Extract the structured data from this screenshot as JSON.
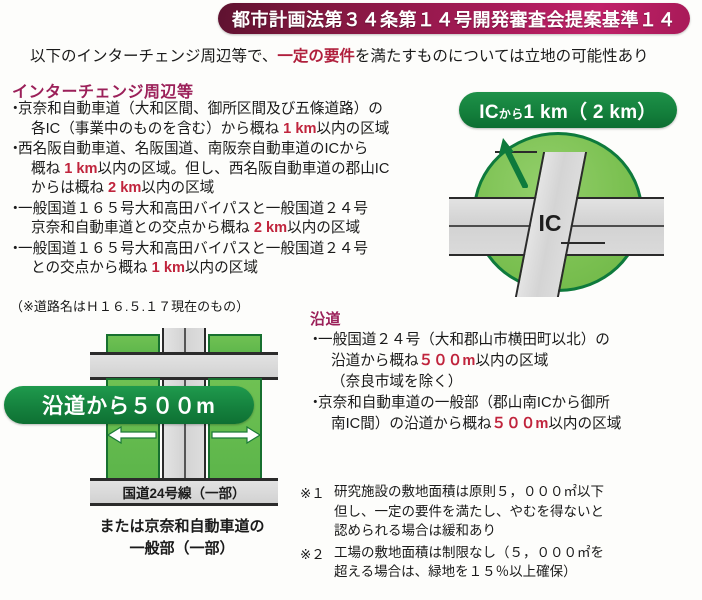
{
  "title": {
    "banner_text": "都市計画法第３４条第１４号開発審査会提案基準１４",
    "color": "#a31a55"
  },
  "lead": {
    "before": "以下のインターチェンジ周辺等で、",
    "highlight": "一定の要件",
    "after": "を満たすものについては立地の可能性あり",
    "highlight_color": "#b01f3c"
  },
  "sections": {
    "interchange_heading": "インターチェンジ周辺等",
    "roadside_heading": "沿道",
    "heading_color": "#9b2059"
  },
  "interchange_bullets": [
    {
      "lines": [
        {
          "bullet": "・",
          "parts": [
            {
              "t": "京奈和自動車道（大和区間、御所区間及び五條道路）の",
              "hl": false
            }
          ]
        },
        {
          "bullet": "",
          "parts": [
            {
              "t": "各IC（事業中のものを含む）から概ね ",
              "hl": false
            },
            {
              "t": "1 km",
              "hl": true
            },
            {
              "t": "以内の区域",
              "hl": false
            }
          ]
        }
      ]
    },
    {
      "lines": [
        {
          "bullet": "・",
          "parts": [
            {
              "t": "西名阪自動車道、名阪国道、南阪奈自動車道のICから",
              "hl": false
            }
          ]
        },
        {
          "bullet": "",
          "parts": [
            {
              "t": "概ね ",
              "hl": false
            },
            {
              "t": "1 km",
              "hl": true
            },
            {
              "t": "以内の区域。但し、西名阪自動車道の郡山IC",
              "hl": false
            }
          ]
        },
        {
          "bullet": "",
          "parts": [
            {
              "t": "からは概ね ",
              "hl": false
            },
            {
              "t": "2 km",
              "hl": true
            },
            {
              "t": "以内の区域",
              "hl": false
            }
          ]
        }
      ]
    },
    {
      "lines": [
        {
          "bullet": "・",
          "parts": [
            {
              "t": "一般国道１６５号大和高田バイパスと一般国道２４号",
              "hl": false
            }
          ]
        },
        {
          "bullet": "",
          "parts": [
            {
              "t": "京奈和自動車道との交点から概ね ",
              "hl": false
            },
            {
              "t": "2 km",
              "hl": true
            },
            {
              "t": "以内の区域",
              "hl": false
            }
          ]
        }
      ]
    },
    {
      "lines": [
        {
          "bullet": "・",
          "parts": [
            {
              "t": "一般国道１６５号大和高田バイパスと一般国道２４号",
              "hl": false
            }
          ]
        },
        {
          "bullet": "",
          "parts": [
            {
              "t": "との交点から概ね ",
              "hl": false
            },
            {
              "t": "1 km",
              "hl": true
            },
            {
              "t": "以内の区域",
              "hl": false
            }
          ]
        }
      ]
    }
  ],
  "road_name_note": "（※道路名はＨ１６.５.１７現在のもの）",
  "roadside_bullets": [
    {
      "lines": [
        {
          "bullet": "・",
          "parts": [
            {
              "t": "一般国道２４号（大和郡山市横田町以北）の",
              "hl": false
            }
          ]
        },
        {
          "bullet": "",
          "parts": [
            {
              "t": "沿道から概ね",
              "hl": false
            },
            {
              "t": "５００m",
              "hl": true
            },
            {
              "t": "以内の区域",
              "hl": false
            }
          ]
        },
        {
          "bullet": "",
          "parts": [
            {
              "t": "（奈良市域を除く）",
              "hl": false
            }
          ]
        }
      ]
    },
    {
      "lines": [
        {
          "bullet": "・",
          "parts": [
            {
              "t": "京奈和自動車道の一般部（郡山南ICから御所",
              "hl": false
            }
          ]
        },
        {
          "bullet": "",
          "parts": [
            {
              "t": "南IC間）の沿道から概ね",
              "hl": false
            },
            {
              "t": "５００m",
              "hl": true
            },
            {
              "t": "以内の区域",
              "hl": false
            }
          ]
        }
      ]
    }
  ],
  "ic_diagram": {
    "pill_main": "IC",
    "pill_small": "から",
    "pill_dist": "1 km",
    "pill_paren": "（ 2 km）",
    "center_label": "IC",
    "pill_color": "#14803c",
    "circle_color": "#7cc152",
    "ring_color": "#0e7a3c",
    "road_color": "#d5d5d5"
  },
  "road_diagram": {
    "pill_text": "沿道から５００m",
    "road_label": "国道24号線（一部）",
    "caption_line1": "または京奈和自動車道の",
    "caption_line2": "一般部（一部）",
    "pill_color": "#15823e",
    "zone_color": "#5cb54a",
    "zone_border": "#17702f"
  },
  "footnotes": [
    {
      "marker": "※１",
      "lines": [
        "研究施設の敷地面積は原則５，０００㎡以下",
        "但し、一定の要件を満たし、やむを得ないと",
        "認められる場合は緩和あり"
      ]
    },
    {
      "marker": "※２",
      "lines": [
        "工場の敷地面積は制限なし（５，０００㎡を",
        "超える場合は、緑地を１５％以上確保）"
      ]
    }
  ]
}
